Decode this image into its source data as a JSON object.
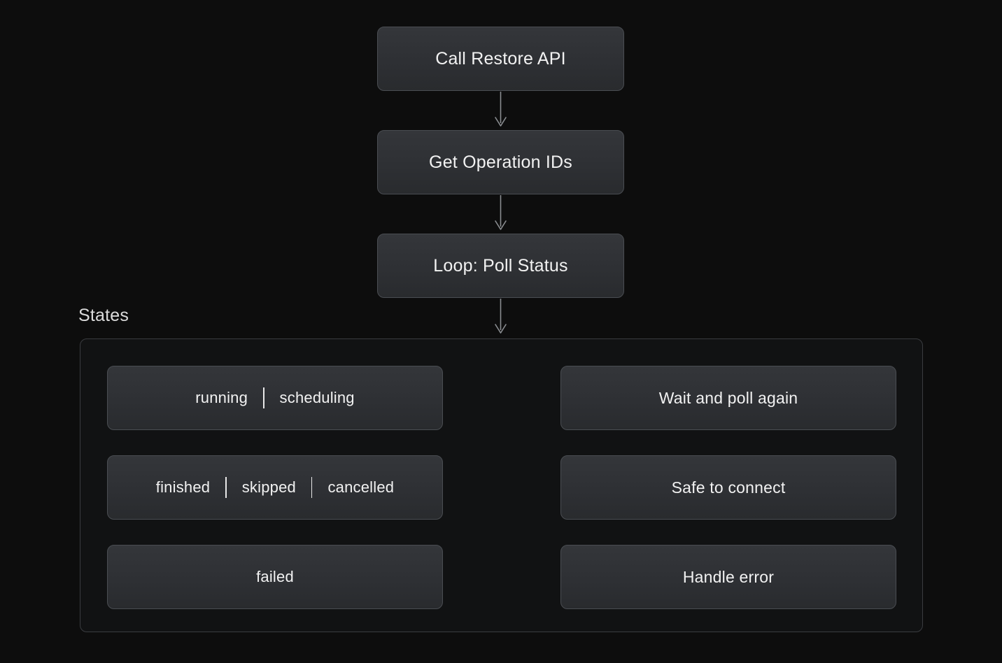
{
  "diagram": {
    "background_color": "#0d0d0d",
    "node_fill": "#2f3134",
    "node_border": "#4a4d52",
    "text_color": "#f2f2f2",
    "connector_color": "#8a8d91",
    "flow": [
      {
        "id": "call-restore-api",
        "label": "Call Restore API"
      },
      {
        "id": "get-operation-ids",
        "label": "Get Operation IDs"
      },
      {
        "id": "loop-poll-status",
        "label": "Loop: Poll Status"
      }
    ],
    "subgraph": {
      "title": "States",
      "rows": [
        {
          "id": "running-scheduling",
          "states": [
            "running",
            "scheduling"
          ],
          "action": "Wait and poll again",
          "edge_style": "dashed-arrow"
        },
        {
          "id": "finished-skipped-cancelled",
          "states": [
            "finished",
            "skipped",
            "cancelled"
          ],
          "action": "Safe to connect",
          "edge_style": "dashed-arrow"
        },
        {
          "id": "failed",
          "states": [
            "failed"
          ],
          "action": "Handle error",
          "edge_style": "dashed-arrow"
        }
      ]
    }
  }
}
